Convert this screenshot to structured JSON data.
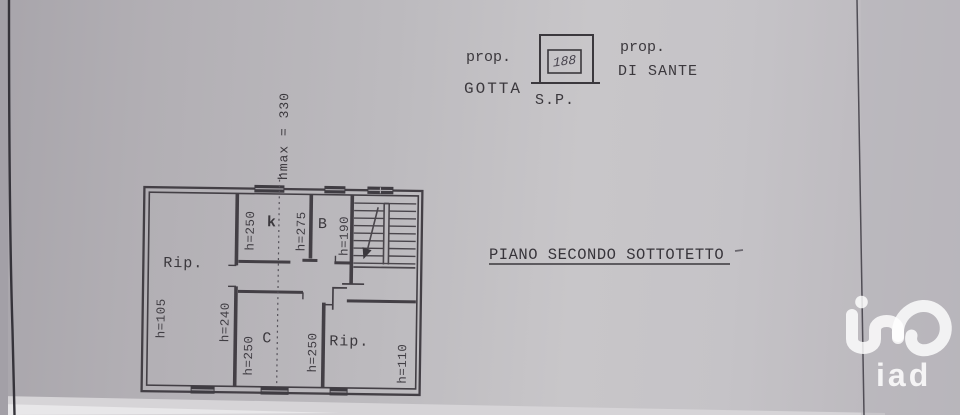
{
  "header": {
    "prop_left": {
      "line1": "prop.",
      "line2": "GOTTA"
    },
    "stamp": {
      "number": "188",
      "caption": "S.P."
    },
    "prop_right": {
      "line1": "prop.",
      "line2": "DI SANTE"
    }
  },
  "title": "PIANO SECONDO SOTTOTETTO",
  "plan": {
    "ridge_max_height": "hmax = 330",
    "room_rip1": {
      "label": "Rip.",
      "h_left": "h=105",
      "h_right": "h=240"
    },
    "room_k": {
      "label": "k",
      "h_left": "h=250",
      "h_right": "h=275"
    },
    "room_b": {
      "label": "B",
      "h_right": "h=190"
    },
    "room_c": {
      "label": "C",
      "h_left": "h=250"
    },
    "room_rip2": {
      "label": "Rip.",
      "h_left": "h=250",
      "h_right": "h=110"
    }
  },
  "watermark": {
    "brand": "iad"
  },
  "colors": {
    "paper": "#c0bdc2",
    "ink": "#3b383d",
    "plan_line": "#433f45",
    "fold_line": "#45424a",
    "watermark": "#ffffff"
  }
}
